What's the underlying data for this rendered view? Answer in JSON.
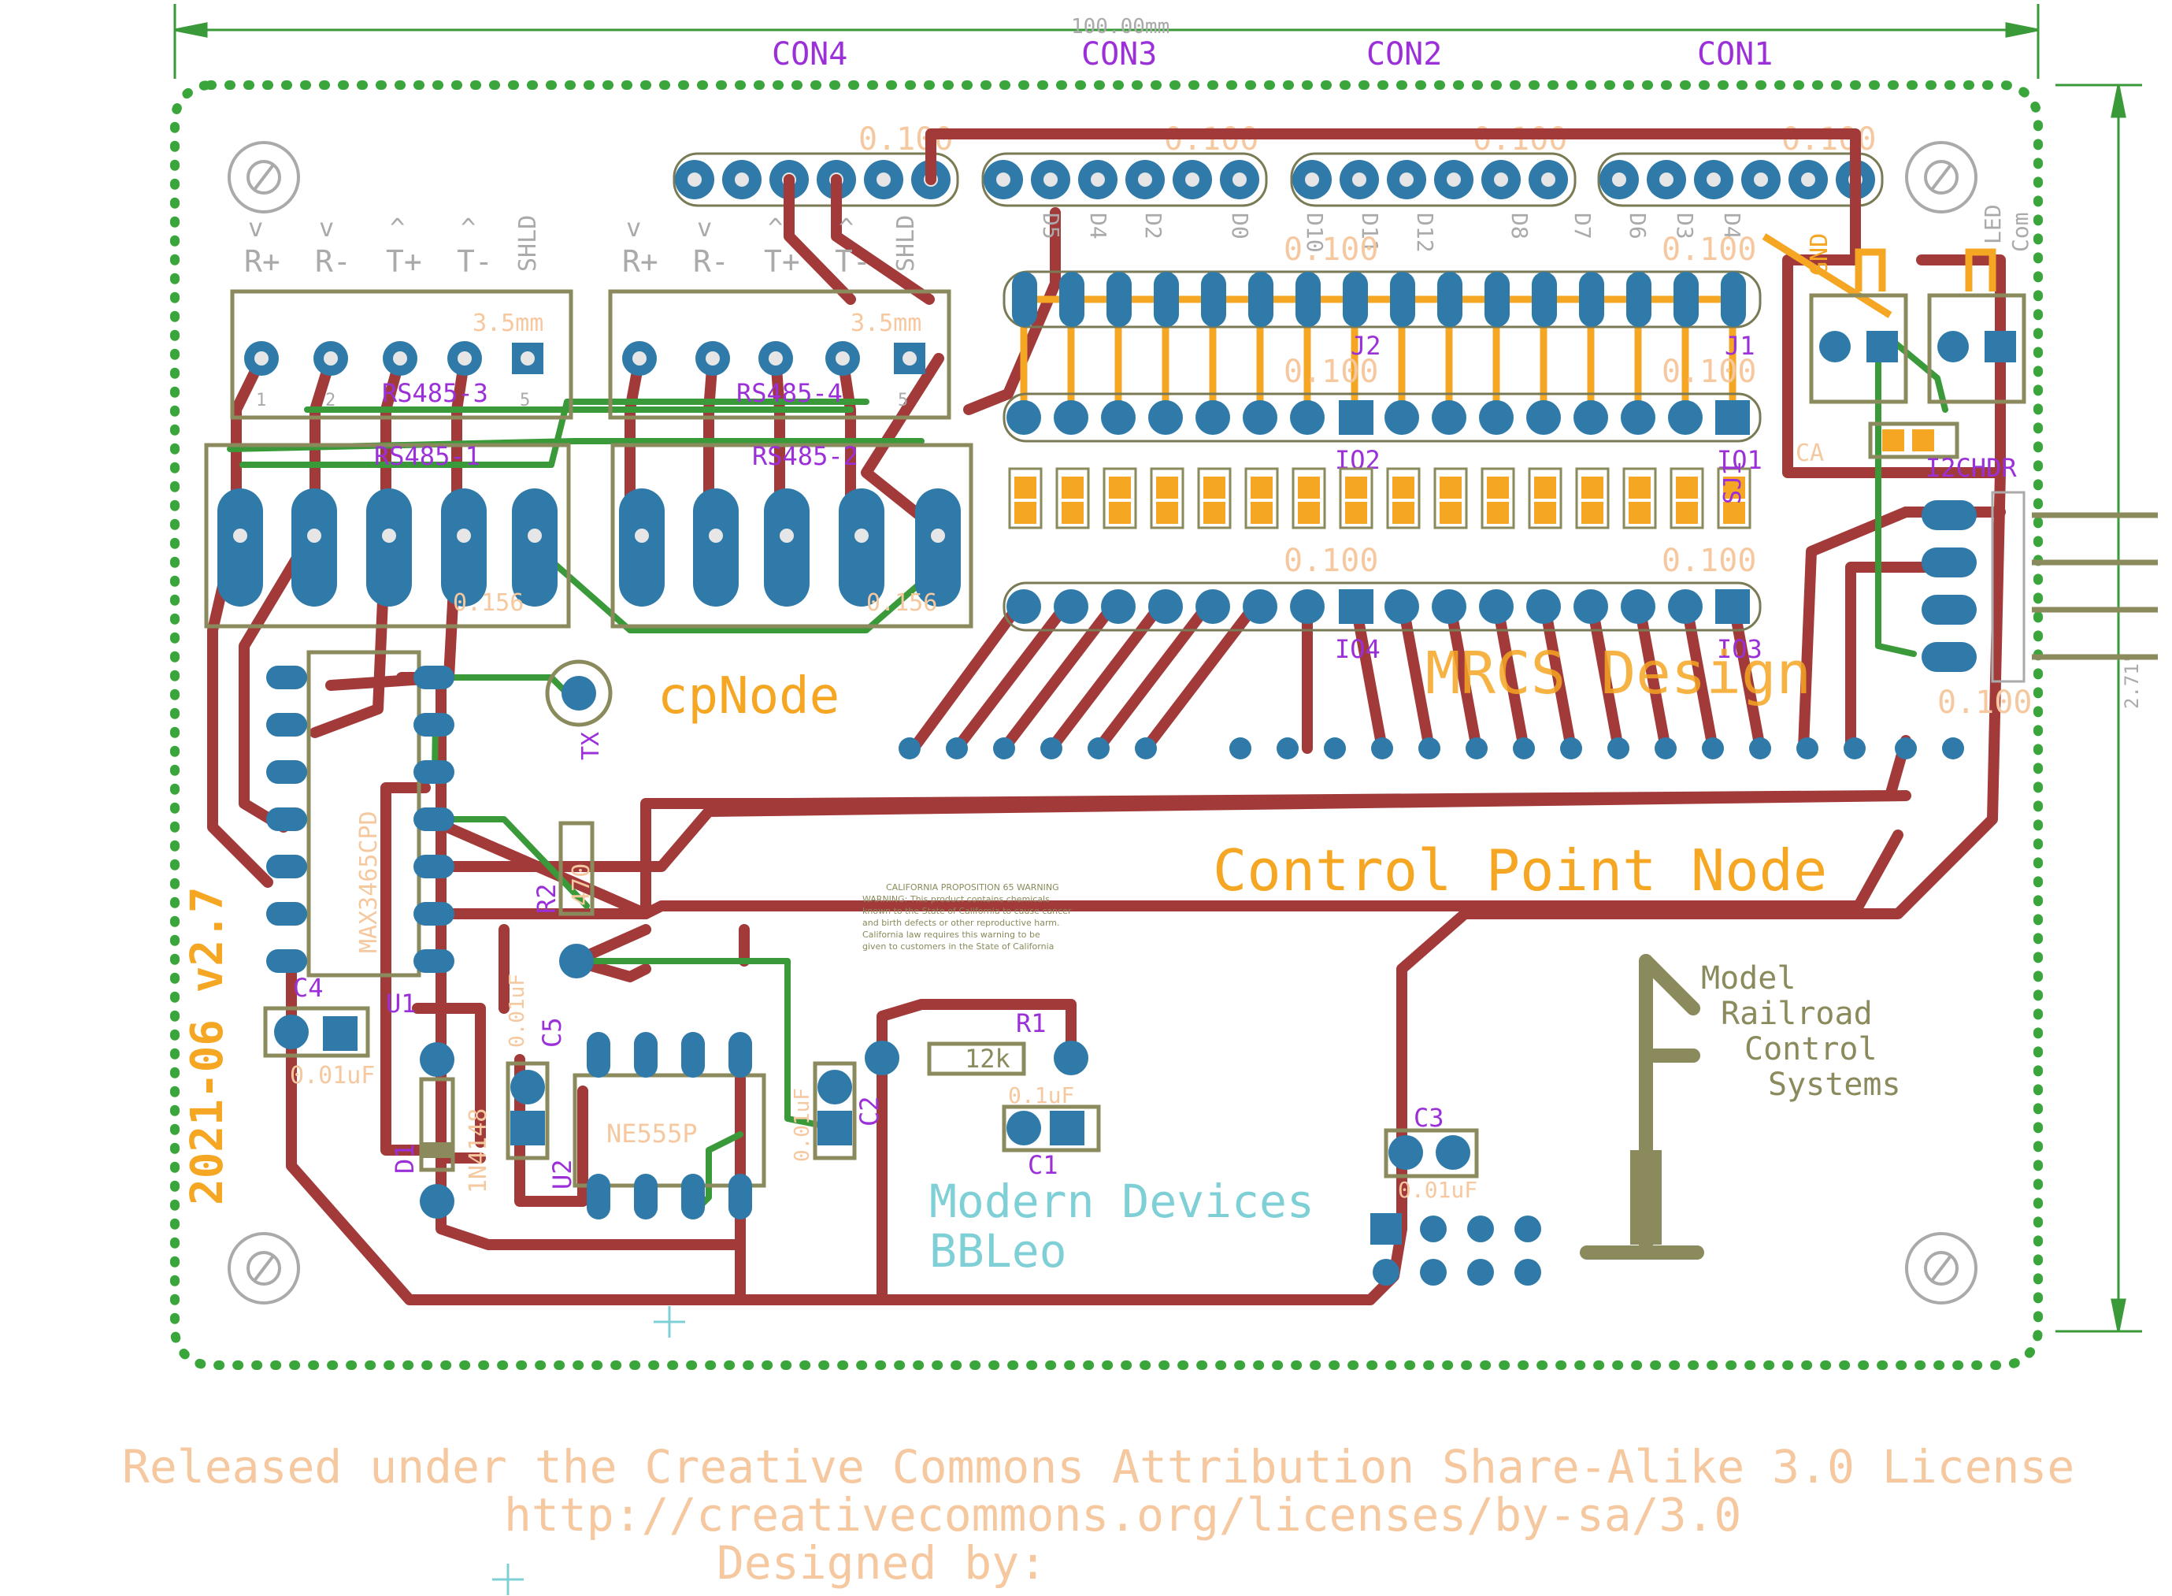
{
  "dimension": {
    "width": "100.00mm",
    "height": "2.71\""
  },
  "connectors": {
    "con4": "CON4",
    "con3": "CON3",
    "con2": "CON2",
    "con1": "CON1"
  },
  "pitch": {
    "p100": "0.100",
    "p156": "0.156",
    "p35": "3.5mm"
  },
  "terminal_labels": [
    "R+",
    "R-",
    "T+",
    "T-",
    "SHLD"
  ],
  "terminal_arrows": [
    "v",
    "v",
    "^",
    "^"
  ],
  "rs485": {
    "r1": "RS485-1",
    "r2": "RS485-2",
    "r3": "RS485-3",
    "r4": "RS485-4"
  },
  "pin_numbers": [
    "1",
    "2",
    "5"
  ],
  "headers": {
    "j1": "J1",
    "j2": "J2",
    "io1": "IO1",
    "io2": "IO2",
    "io3": "IO3",
    "io4": "IO4",
    "sj1": "SJ1",
    "i2c": "I2CHDR",
    "ca": "CA"
  },
  "pin_labels": [
    "D5",
    "D4",
    "D2",
    "D0",
    "D10",
    "D11",
    "D12",
    "D8",
    "D7",
    "D6",
    "D3",
    "D4"
  ],
  "power_labels": {
    "gnd": "GND",
    "led_com_1": "LED",
    "led_com_2": "Com"
  },
  "brand": {
    "mrcs": "MRCS Design",
    "cpnode": "cpNode",
    "title": "Control Point Node",
    "revision": "2021-06 v2.7"
  },
  "model_railroad": [
    "Model",
    "Railroad",
    "Control",
    "Systems"
  ],
  "parts": {
    "u1": "U1",
    "u1_name": "MAX3465CPD",
    "u2": "U2",
    "u2_name": "NE555P",
    "c1": "C1",
    "c1_val": "0.1uF",
    "c2": "C2",
    "c2_val": "0.01uF",
    "c3": "C3",
    "c3_val": "0.01uF",
    "c4": "C4",
    "c4_val": "0.01uF",
    "c5": "C5",
    "c5_val": "0.01uF",
    "r1": "R1",
    "r1_val": "12k",
    "r2": "R2",
    "r2_val": "470",
    "d1": "D1",
    "d1_name": "1N4148",
    "tx": "TX"
  },
  "warning": [
    "CALIFORNIA PROPOSITION 65 WARNING",
    "WARNING: This product contains chemicals",
    "known to the State of California to cause cancer",
    "and birth defects or other reproductive harm.",
    "California law requires this warning to be",
    "given to customers in the State of California"
  ],
  "credit": {
    "line1": "Modern Devices",
    "line2": "BBLeo"
  },
  "license": {
    "line1": "Released under the Creative Commons Attribution Share-Alike 3.0 License",
    "line2": "http://creativecommons.org/licenses/by-sa/3.0",
    "line3": "Designed by:"
  }
}
